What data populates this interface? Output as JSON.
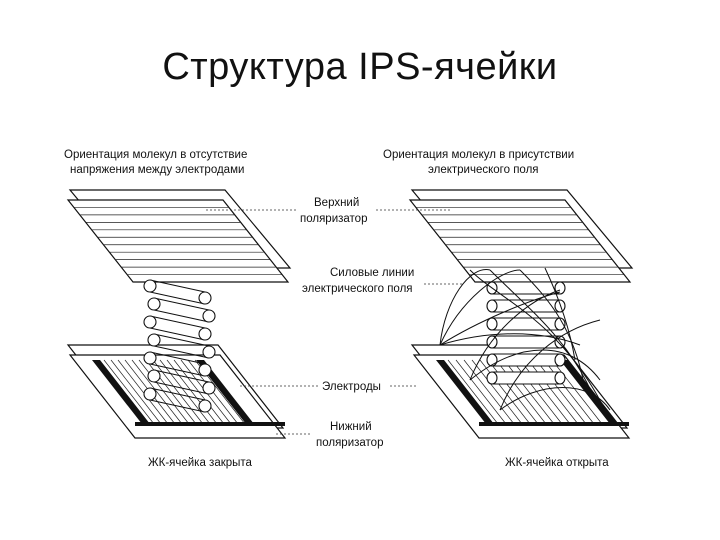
{
  "title": "Структура IPS-ячейки",
  "labels": {
    "left_header_1": "Ориентация молекул в отсутствие",
    "left_header_2": "напряжения между электродами",
    "right_header_1": "Ориентация молекул в присутствии",
    "right_header_2": "электрического поля",
    "top_polarizer_1": "Верхний",
    "top_polarizer_2": "поляризатор",
    "field_lines_1": "Силовые линии",
    "field_lines_2": "электрического поля",
    "electrodes": "Электроды",
    "bottom_polarizer_1": "Нижний",
    "bottom_polarizer_2": "поляризатор",
    "cell_closed": "ЖК-ячейка закрыта",
    "cell_open": "ЖК-ячейка открыта"
  }
}
